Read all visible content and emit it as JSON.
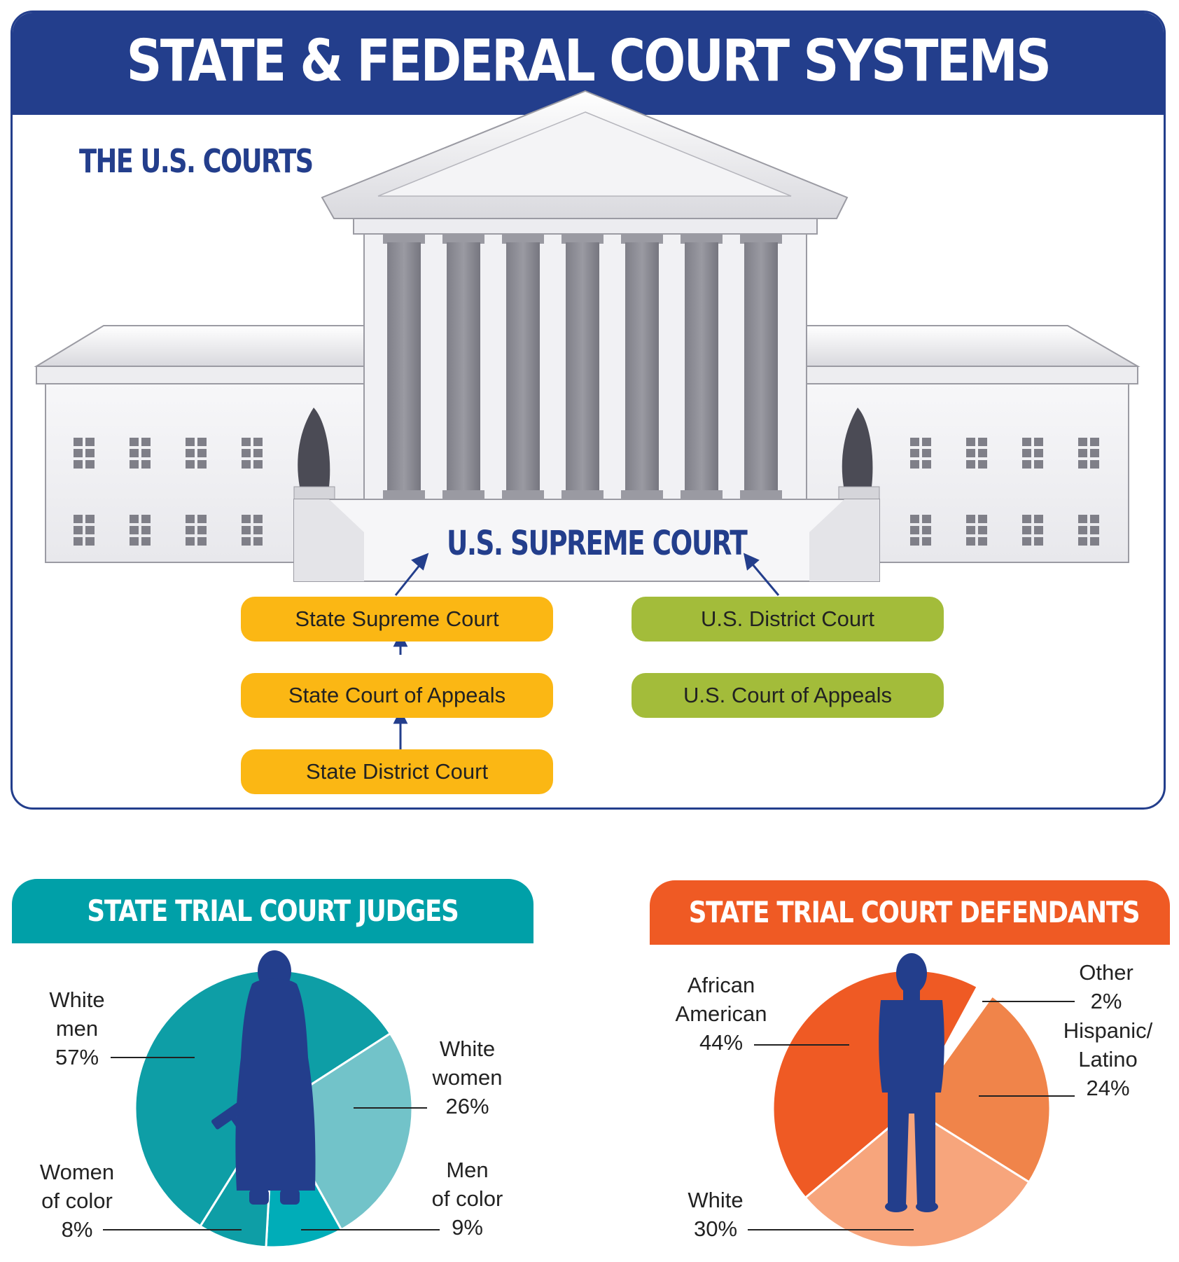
{
  "title": "STATE & FEDERAL COURT SYSTEMS",
  "subtitle": "THE U.S. COURTS",
  "supreme_court_label": "U.S. SUPREME COURT",
  "state_courts": [
    "State Supreme Court",
    "State Court of Appeals",
    "State District Court"
  ],
  "federal_courts": [
    "U.S. District Court",
    "U.S. Court of Appeals"
  ],
  "colors": {
    "navy": "#233e8c",
    "state_pill": "#fbb714",
    "federal_pill": "#a3bc3a",
    "judges_header": "#00a0a8",
    "defendants_header": "#ef5a24"
  },
  "chart_data": [
    {
      "type": "pie",
      "title": "STATE TRIAL COURT JUDGES",
      "categories": [
        "White men",
        "White women",
        "Men of color",
        "Women of color"
      ],
      "values": [
        57,
        26,
        9,
        8
      ],
      "labels": [
        {
          "lines": [
            "White",
            "men",
            "57%"
          ]
        },
        {
          "lines": [
            "White",
            "women",
            "26%"
          ]
        },
        {
          "lines": [
            "Men",
            "of color",
            "9%"
          ]
        },
        {
          "lines": [
            "Women",
            "of color",
            "8%"
          ]
        }
      ],
      "colors": [
        "#0e9ea6",
        "#72c3c9",
        "#00adb8",
        "#0e9ea6"
      ]
    },
    {
      "type": "pie",
      "title": "STATE TRIAL COURT DEFENDANTS",
      "categories": [
        "African American",
        "Other",
        "Hispanic/Latino",
        "White"
      ],
      "values": [
        44,
        2,
        24,
        30
      ],
      "labels": [
        {
          "lines": [
            "African",
            "American",
            "44%"
          ]
        },
        {
          "lines": [
            "Other",
            "2%"
          ]
        },
        {
          "lines": [
            "Hispanic/",
            "Latino",
            "24%"
          ]
        },
        {
          "lines": [
            "White",
            "30%"
          ]
        }
      ],
      "colors": [
        "#ef5a24",
        "#ffffff",
        "#f0844a",
        "#f7a57c"
      ]
    }
  ]
}
